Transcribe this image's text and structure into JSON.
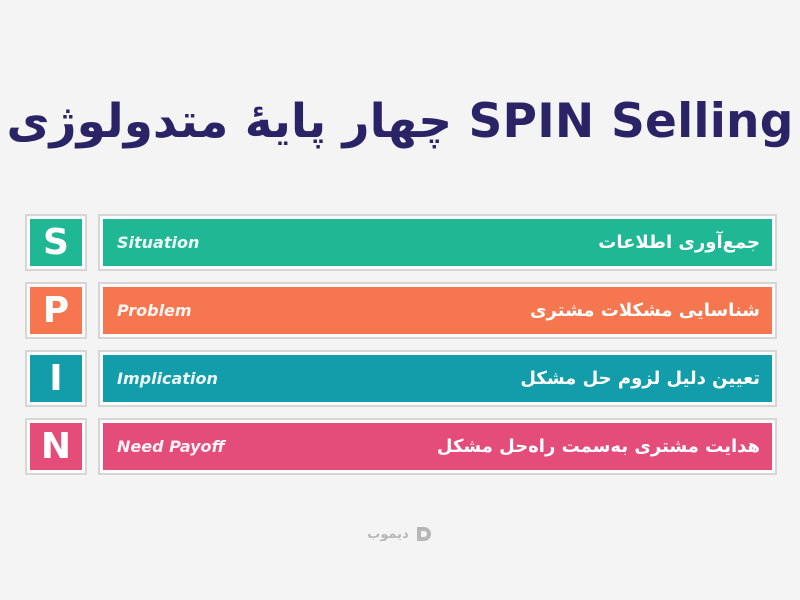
{
  "title": "چهار پایهٔ متدولوژی SPIN Selling",
  "rows": [
    {
      "letter": "S",
      "english": "Situation",
      "persian": "جمع‌آوری اطلاعات",
      "color": "#20b795"
    },
    {
      "letter": "P",
      "english": "Problem",
      "persian": "شناسایی مشکلات مشتری",
      "color": "#f6764f"
    },
    {
      "letter": "I",
      "english": "Implication",
      "persian": "تعیین دلیل لزوم حل مشکل",
      "color": "#139caa"
    },
    {
      "letter": "N",
      "english": "Need Payoff",
      "persian": "هدایت مشتری به‌سمت راه‌حل مشکل",
      "color": "#e44c79"
    }
  ],
  "logo": {
    "text": "دیموب",
    "icon": "d-logo-icon"
  }
}
